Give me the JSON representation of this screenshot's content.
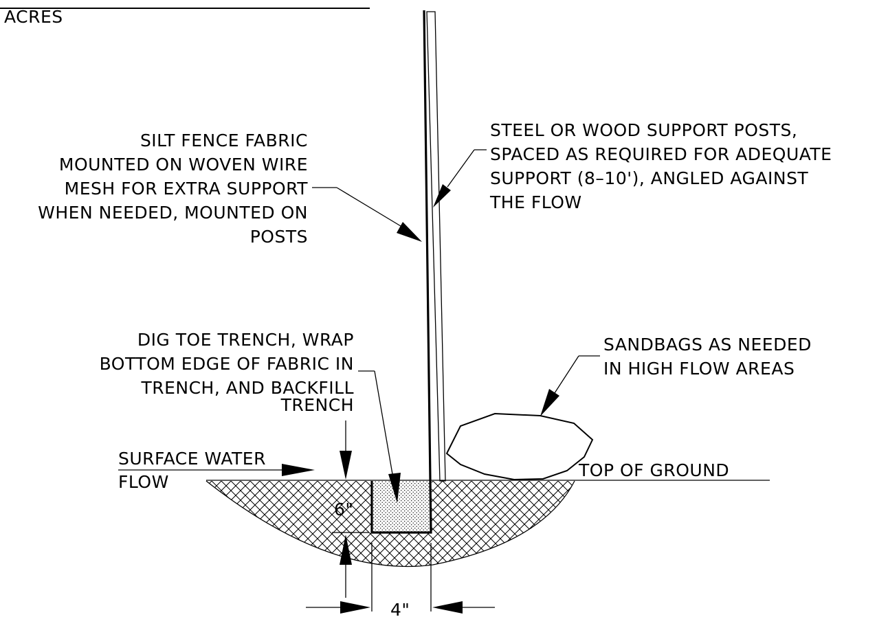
{
  "header": {
    "fragment": "ACRES"
  },
  "labels": {
    "posts": [
      "STEEL OR WOOD SUPPORT POSTS,",
      "SPACED AS REQUIRED FOR ADEQUATE",
      "SUPPORT (8–10'), ANGLED AGAINST",
      "THE FLOW"
    ],
    "fabric": [
      "SILT FENCE FABRIC",
      "MOUNTED ON WOVEN WIRE",
      "MESH FOR EXTRA SUPPORT",
      "WHEN NEEDED, MOUNTED ON",
      "POSTS"
    ],
    "trench": [
      "DIG TOE TRENCH, WRAP",
      "BOTTOM EDGE OF FABRIC IN",
      "TRENCH, AND BACKFILL",
      "TRENCH"
    ],
    "sandbags": [
      "SANDBAGS AS NEEDED",
      "IN HIGH FLOW AREAS"
    ],
    "surface_water": "SURFACE WATER",
    "flow": "FLOW",
    "ground": "TOP OF GROUND",
    "depth": "6\"",
    "width": "4\""
  }
}
